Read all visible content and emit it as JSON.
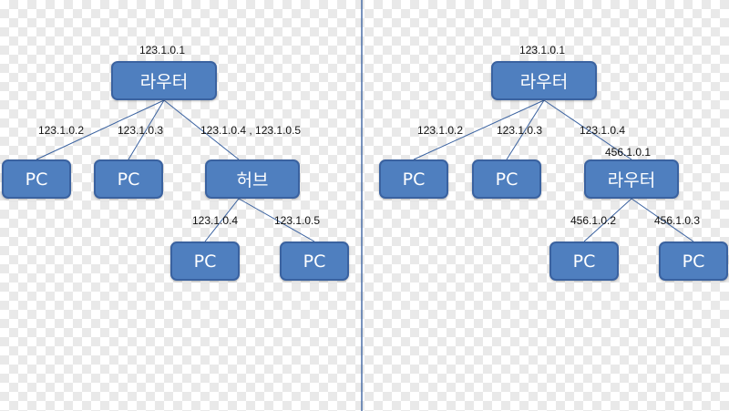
{
  "colors": {
    "node_fill": "#4f7fbf",
    "node_border": "#3a62a0",
    "link": "#3a62a0",
    "divider": "#4a6fa8"
  },
  "left": {
    "router_ip": "123.1.0.1",
    "router": "라우터",
    "pc1_ip": "123.1.0.2",
    "pc2_ip": "123.1.0.3",
    "hub_ip": "123.1.0.4 , 123.1.0.5",
    "pc1": "PC",
    "pc2": "PC",
    "hub": "허브",
    "pc3_ip": "123.1.0.4",
    "pc4_ip": "123.1.0.5",
    "pc3": "PC",
    "pc4": "PC"
  },
  "right": {
    "router_ip": "123.1.0.1",
    "router": "라우터",
    "pc1_ip": "123.1.0.2",
    "pc2_ip": "123.1.0.3",
    "router2_ip_top": "123.1.0.4",
    "router2_ip_bottom": "456.1.0.1",
    "pc1": "PC",
    "pc2": "PC",
    "router2": "라우터",
    "pc3_ip": "456.1.0.2",
    "pc4_ip": "456.1.0.3",
    "pc3": "PC",
    "pc4": "PC"
  }
}
